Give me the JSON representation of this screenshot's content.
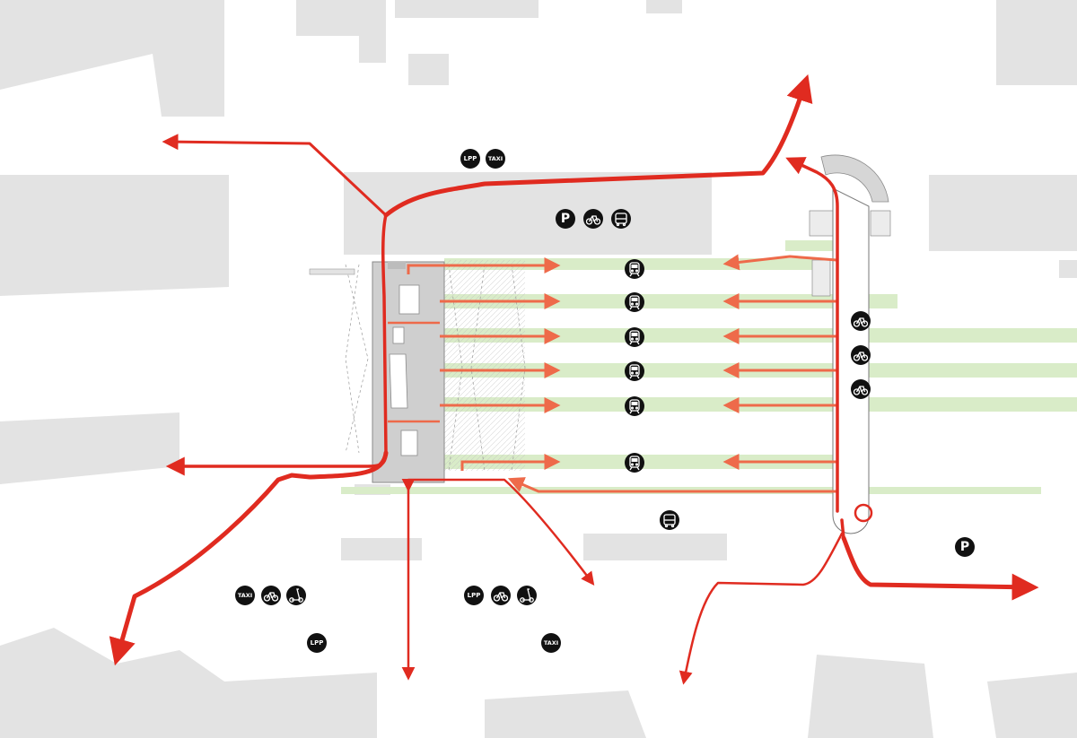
{
  "colors": {
    "route_primary": "#e02b20",
    "route_secondary": "#ee6a4a",
    "platform": "#d9ecc8",
    "building": "#e3e3e3",
    "hall": "#cfcfcf",
    "badge": "#111111"
  },
  "labels": {
    "lpp": "LPP",
    "taxi": "TAXI",
    "parking": "P"
  },
  "icons": [
    "bike-icon",
    "bus-icon",
    "train-icon",
    "scooter-icon",
    "parking-icon"
  ]
}
